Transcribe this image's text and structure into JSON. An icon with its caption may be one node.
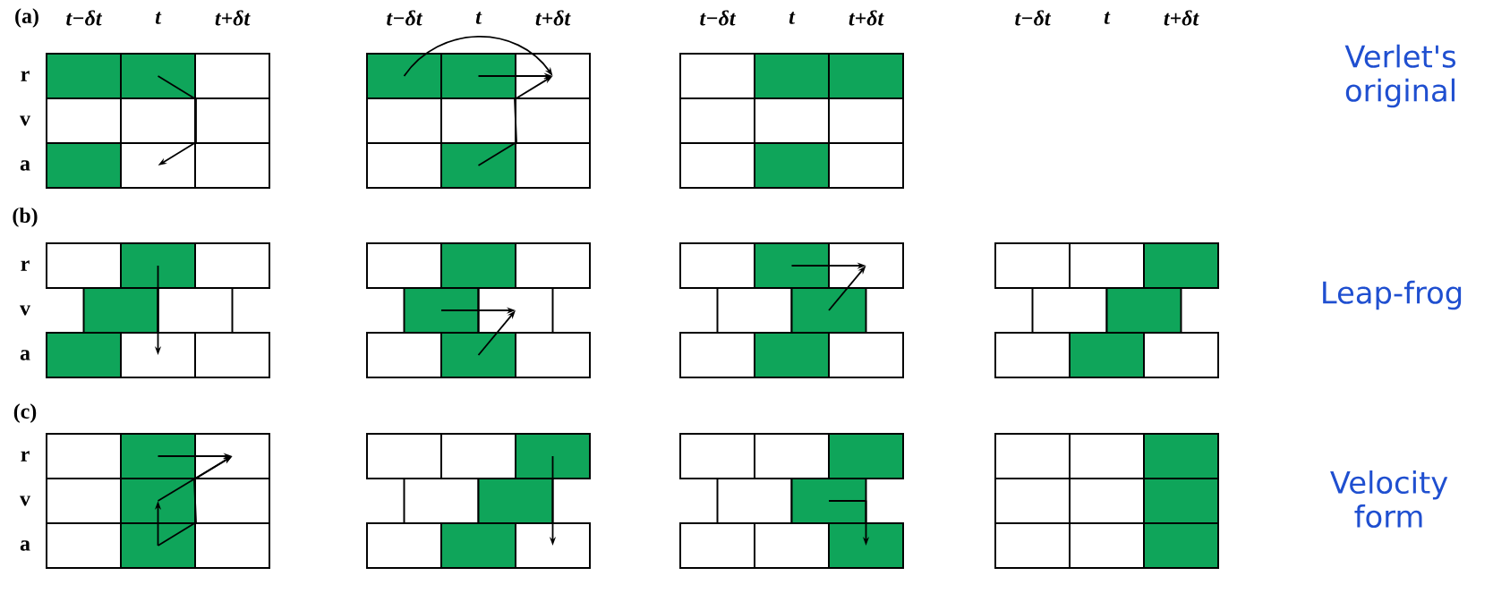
{
  "diagram": {
    "nodes": [
      {
        "text": [],
        "shape": "box"
      },
      {
        "text": [],
        "shape": "box"
      },
      {
        "text": [],
        "shape": "box"
      },
      {
        "text": [],
        "shape": "box"
      },
      {
        "text": [],
        "shape": "box"
      },
      {
        "text": [],
        "shape": "box"
      },
      {
        "text": [],
        "shape": "box"
      },
      {
        "text": [],
        "shape": "box"
      },
      {
        "text": [],
        "shape": "box"
      },
      {
        "text": [],
        "shape": "box"
      },
      {
        "text": [],
        "shape": "box"
      },
      {
        "text": [],
        "shape": "box"
      },
      {
        "text": [],
        "shape": "box"
      },
      {
        "text": [],
        "shape": "box"
      },
      {
        "text": [],
        "shape": "box"
      },
      {
        "text": [],
        "shape": "box"
      },
      {
        "text": [],
        "shape": "box"
      },
      {
        "text": [],
        "shape": "box"
      },
      {
        "text": [],
        "shape": "box"
      },
      {
        "text": [],
        "shape": "box"
      },
      {
        "text": [],
        "shape": "box"
      },
      {
        "text": [],
        "shape": "box"
      },
      {
        "text": [],
        "shape": "box"
      },
      {
        "text": [],
        "shape": "box"
      },
      {
        "text": [],
        "shape": "box"
      },
      {
        "text": [],
        "shape": "box"
      },
      {
        "text": [],
        "shape": "box"
      },
      {
        "text": [],
        "shape": "box"
      },
      {
        "text": [],
        "shape": "box"
      },
      {
        "text": [],
        "shape": "box"
      },
      {
        "text": [],
        "shape": "box"
      },
      {
        "text": [],
        "shape": "box"
      },
      {
        "text": [],
        "shape": "box"
      },
      {
        "text": [],
        "shape": "box"
      },
      {
        "text": [],
        "shape": "box"
      },
      {
        "text": [],
        "shape": "box"
      },
      {
        "text": [],
        "shape": "box"
      },
      {
        "text": [],
        "shape": "box"
      },
      {
        "text": [],
        "shape": "box"
      },
      {
        "text": [],
        "shape": "box"
      },
      {
        "text": [],
        "shape": "box"
      },
      {
        "text": [],
        "shape": "box"
      },
      {
        "text": [],
        "shape": "box"
      },
      {
        "text": [],
        "shape": "box"
      },
      {
        "text": [],
        "shape": "box"
      },
      {
        "text": [],
        "shape": "box"
      },
      {
        "text": [],
        "shape": "box"
      },
      {
        "text": [],
        "shape": "box"
      },
      {
        "text": [],
        "shape": "box"
      },
      {
        "text": [],
        "shape": "box"
      },
      {
        "text": [],
        "shape": "box"
      },
      {
        "text": [],
        "shape": "box"
      },
      {
        "text": [],
        "shape": "box"
      },
      {
        "text": [],
        "shape": "box"
      },
      {
        "text": [],
        "shape": "box"
      },
      {
        "text": [],
        "shape": "box"
      },
      {
        "text": [],
        "shape": "box"
      },
      {
        "text": [],
        "shape": "box"
      },
      {
        "text": [],
        "shape": "box"
      },
      {
        "text": [],
        "shape": "box"
      },
      {
        "text": [],
        "shape": "box"
      },
      {
        "text": [],
        "shape": "box"
      },
      {
        "text": [],
        "shape": "box"
      },
      {
        "text": [],
        "shape": "box"
      },
      {
        "text": [],
        "shape": "box"
      },
      {
        "text": [],
        "shape": "box"
      },
      {
        "text": [],
        "shape": "box"
      },
      {
        "text": [],
        "shape": "box"
      },
      {
        "text": [],
        "shape": "box"
      },
      {
        "text": [],
        "shape": "box"
      },
      {
        "text": [],
        "shape": "box"
      },
      {
        "text": [],
        "shape": "box"
      },
      {
        "text": [],
        "shape": "box"
      },
      {
        "text": [],
        "shape": "box"
      },
      {
        "text": [],
        "shape": "box"
      },
      {
        "text": [],
        "shape": "box"
      },
      {
        "text": [],
        "shape": "box"
      },
      {
        "text": [],
        "shape": "box"
      },
      {
        "text": [],
        "shape": "box"
      },
      {
        "text": [],
        "shape": "box"
      },
      {
        "text": [],
        "shape": "box"
      },
      {
        "text": [],
        "shape": "box"
      },
      {
        "text": [],
        "shape": "box"
      },
      {
        "text": [],
        "shape": "box"
      },
      {
        "text": [],
        "shape": "box"
      },
      {
        "text": [],
        "shape": "box"
      },
      {
        "text": [],
        "shape": "box"
      },
      {
        "text": [],
        "shape": "box"
      },
      {
        "text": [],
        "shape": "box"
      },
      {
        "text": [],
        "shape": "box"
      },
      {
        "text": [],
        "shape": "box"
      },
      {
        "text": [],
        "shape": "box"
      },
      {
        "text": [],
        "shape": "box"
      }
    ],
    "edges": [
      {
        "from": 1,
        "to": 7,
        "arrow": "to"
      },
      {
        "from": 9,
        "to": 11,
        "arrow": "to"
      },
      {
        "from": 10,
        "to": 11,
        "arrow": "to"
      },
      {
        "from": 16,
        "to": 11,
        "arrow": "to"
      },
      {
        "from": 28,
        "to": 33,
        "arrow": "to"
      },
      {
        "from": 38,
        "to": 39,
        "arrow": "to"
      },
      {
        "from": 41,
        "to": 39,
        "arrow": "to"
      },
      {
        "from": 44,
        "to": 45,
        "arrow": "to"
      },
      {
        "from": 47,
        "to": 45,
        "arrow": "to"
      },
      {
        "from": 60,
        "to": 61,
        "arrow": "to"
      },
      {
        "from": 63,
        "to": 61,
        "arrow": "to"
      },
      {
        "from": 66,
        "to": 61,
        "arrow": "to"
      },
      {
        "from": 66,
        "to": 63,
        "arrow": "to"
      },
      {
        "from": 70,
        "to": 75,
        "arrow": "to"
      },
      {
        "from": 80,
        "to": 83,
        "arrow": "to"
      }
    ],
    "labels": [
      "(a)",
      "t−δt",
      "t",
      "t+δt",
      "t−δt",
      "t",
      "t+δt",
      "t−δt",
      "t",
      "t+δt",
      "t−δt",
      "t",
      "t+δt",
      "Verlet's original",
      "r",
      "v",
      "a",
      "(b)",
      "Leap-frog",
      "r",
      "v",
      "a",
      "(c)",
      "Velocity form",
      "r",
      "v",
      "a"
    ]
  }
}
